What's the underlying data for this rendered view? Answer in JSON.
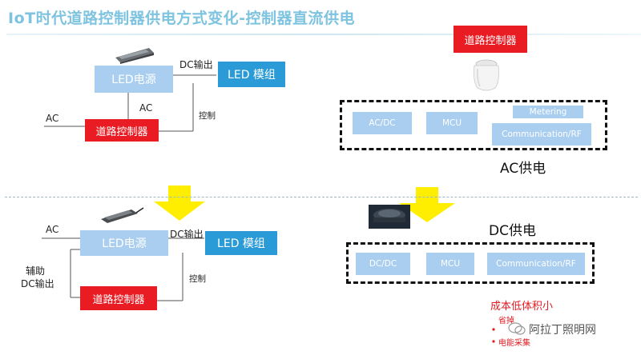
{
  "title": "IoT时代道路控制器供电方式变化-控制器直流供电",
  "top_left": {
    "led_power": "LED电源",
    "led_module": "LED 模组",
    "controller": "道路控制器",
    "dc_output": "DC输出",
    "ac_label_mid": "AC",
    "ac_label_left": "AC",
    "control": "控制"
  },
  "top_right": {
    "controller": "道路控制器",
    "acdc": "AC/DC",
    "mcu": "MCU",
    "metering": "Metering",
    "comm": "Communication/RF",
    "caption": "AC供电"
  },
  "bottom_left": {
    "led_power": "LED电源",
    "led_module": "LED 模组",
    "controller": "道路控制器",
    "dc_output": "DC输出",
    "ac_label": "AC",
    "aux_line1": "辅助",
    "aux_line2": "DC输出",
    "control": "控制"
  },
  "bottom_right": {
    "dcdc": "DC/DC",
    "mcu": "MCU",
    "comm": "Communication/RF",
    "caption": "DC供电",
    "benefit_title": "成本低体积小",
    "benefit_1": "省掉",
    "benefit_2": "电能采集",
    "watermark": "阿拉丁照明网"
  },
  "colors": {
    "accent_blue": "#2a9bd6",
    "light_blue": "#a9cef0",
    "red": "#ea1c23",
    "arrow_yellow": "#ffee00"
  }
}
